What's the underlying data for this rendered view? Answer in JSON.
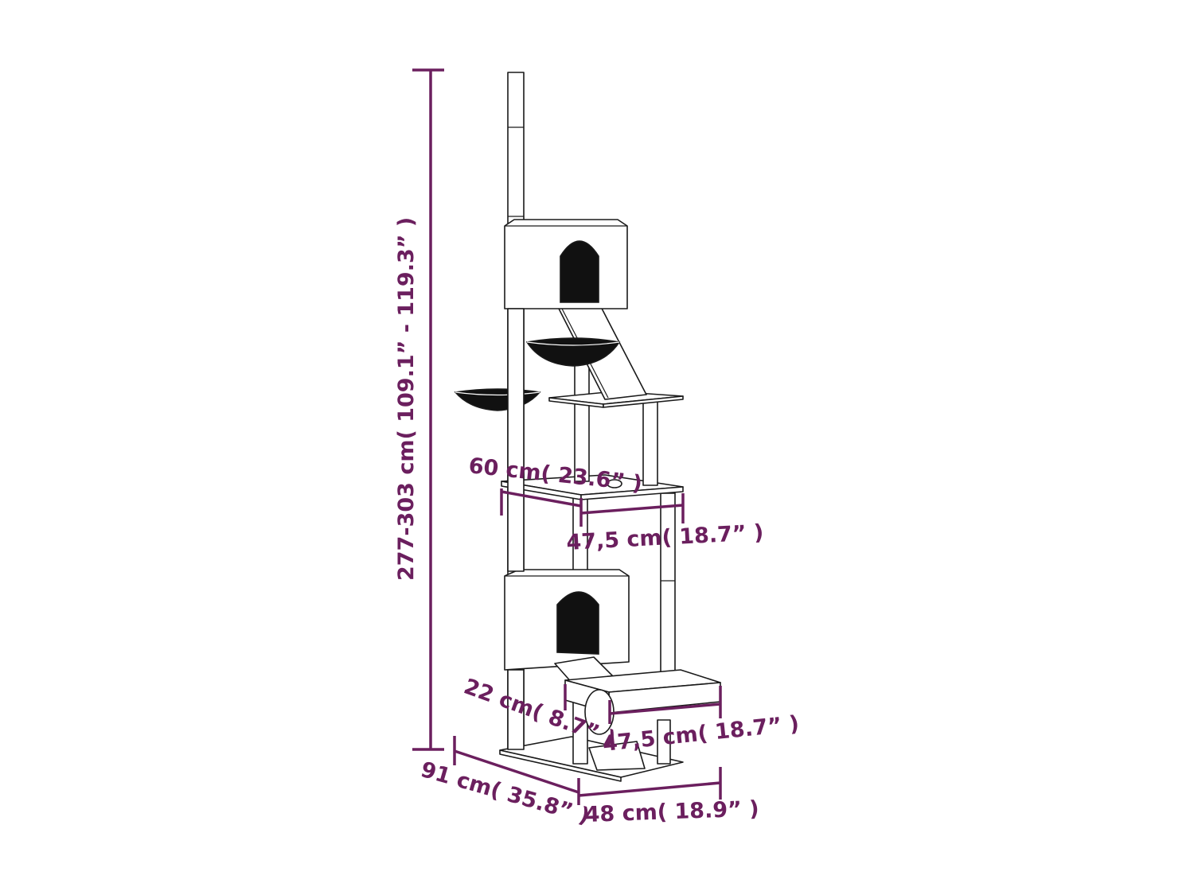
{
  "dimensions": {
    "height": "277-303 cm( 109.1”  - 119.3”  )",
    "platform_width": "60 cm( 23.6”  )",
    "platform_depth": "47,5 cm( 18.7”  )",
    "tunnel_diameter": "22 cm( 8.7”  )",
    "tunnel_length": "47,5 cm( 18.7”  )",
    "base_depth": "91 cm( 35.8”  )",
    "base_width": "48 cm( 18.9”  )"
  },
  "colors": {
    "dimension": "#6b1f5e",
    "outline": "#1a1a1a",
    "fill_dark": "#111111"
  }
}
